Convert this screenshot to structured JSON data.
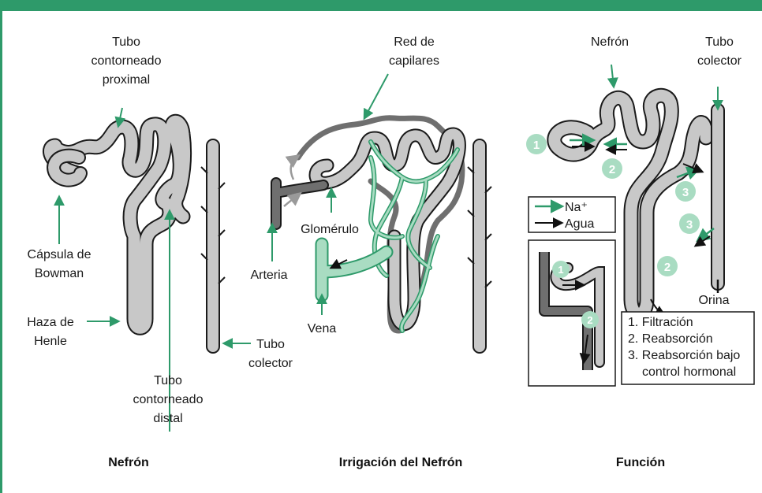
{
  "colors": {
    "accent": "#2e9a6a",
    "tube_fill": "#c8c8c8",
    "tube_dark": "#6f6f6f",
    "capillary": "#a9dcc2"
  },
  "panel1": {
    "caption": "Nefrón",
    "labels": {
      "proximal_1": "Tubo",
      "proximal_2": "contorneado",
      "proximal_3": "proximal",
      "bowman_1": "Cápsula de",
      "bowman_2": "Bowman",
      "henle_1": "Haza de",
      "henle_2": "Henle",
      "distal_1": "Tubo",
      "distal_2": "contorneado",
      "distal_3": "distal",
      "collector_1": "Tubo",
      "collector_2": "colector"
    }
  },
  "panel2": {
    "caption": "Irrigación del Nefrón",
    "labels": {
      "red_1": "Red de",
      "red_2": "capilares",
      "glomerulo": "Glomérulo",
      "arteria": "Arteria",
      "vena": "Vena"
    }
  },
  "panel3": {
    "caption": "Función",
    "labels": {
      "nefron": "Nefrón",
      "collector_1": "Tubo",
      "collector_2": "colector",
      "orina": "Orina"
    },
    "legend": {
      "na": "Na⁺",
      "agua": "Agua"
    },
    "steps": {
      "s1": "1.  Filtración",
      "s2": "2.  Reabsorción",
      "s3a": "3.  Reabsorción bajo",
      "s3b": "control hormonal"
    },
    "badges": {
      "b1": "1",
      "b2": "2",
      "b3": "3"
    }
  }
}
